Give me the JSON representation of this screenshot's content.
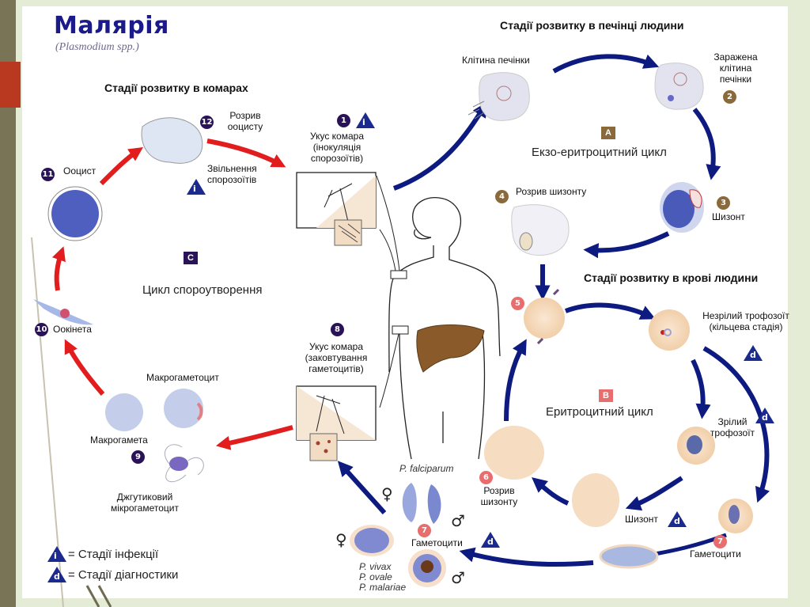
{
  "title": "Малярія",
  "subtitle": "(Plasmodium spp.)",
  "sections": {
    "mosquito": "Стадії розвитку в комарах",
    "liver": "Стадії розвитку в печінці людини",
    "blood": "Стадії розвитку в крові людини"
  },
  "cycles": {
    "A": {
      "letter": "A",
      "label": "Екзо-еритроцитний цикл",
      "color": "#8a6a3a"
    },
    "B": {
      "letter": "B",
      "label": "Еритроцитний цикл",
      "color": "#e86d6d"
    },
    "C": {
      "letter": "C",
      "label": "Цикл спороутворення",
      "color": "#2a1258"
    }
  },
  "stages": [
    {
      "num": "1",
      "label": "Укус комара (інокуляція спорозоїтів)",
      "lines": [
        "Укус комара",
        "(інокуляція",
        "спорозоїтів)"
      ],
      "markers": [
        "i"
      ]
    },
    {
      "num": "2",
      "label": "Заражена клітина печінки",
      "lines": [
        "Заражена",
        "клітина",
        "печінки"
      ]
    },
    {
      "num": "3",
      "label": "Шизонт"
    },
    {
      "num": "4",
      "label": "Розрив шизонту"
    },
    {
      "num": "5",
      "label": ""
    },
    {
      "num": "6",
      "label": "Розрив шизонту",
      "lines": [
        "Розрив",
        "шизонту"
      ]
    },
    {
      "num": "7",
      "label": "Гаметоцити",
      "markers": [
        "d"
      ]
    },
    {
      "num": "8",
      "label": "Укус комара (заковтування гаметоцитів)",
      "lines": [
        "Укус комара",
        "(заковтування",
        "гаметоцитів)"
      ]
    },
    {
      "num": "9",
      "label": "Макрогамета"
    },
    {
      "num": "10",
      "label": "Оокінета"
    },
    {
      "num": "11",
      "label": "Ооцист"
    },
    {
      "num": "12",
      "label": "Розрив ооцисту",
      "lines": [
        "Розрив",
        "ооцисту"
      ]
    }
  ],
  "labels": {
    "liver_cell": "Клітина печінки",
    "sporozoite_release": [
      "Звільнення",
      "спорозоїтів"
    ],
    "macrogametocyte": "Макрогаметоцит",
    "microgametocyte": [
      "Джгутиковий",
      "мікрогаметоцит"
    ],
    "immature_trophozoite": [
      "Незрілий трофозоїт",
      "(кільцева стадія)"
    ],
    "mature_trophozoite": [
      "Зрілий",
      "трофозоїт"
    ],
    "schizont_blood": "Шизонт",
    "gametocytes_right": "Гаметоцити",
    "falciparum": "P. falciparum",
    "other_species": [
      "P. vivax",
      "P. ovale",
      "P. malariae"
    ],
    "female_symbol": "♀",
    "male_symbol": "♂"
  },
  "markers": {
    "infection": {
      "glyph": "i",
      "color": "#1b2a8f"
    },
    "diagnostic": {
      "glyph": "d",
      "color": "#1b2a8f"
    }
  },
  "legend": [
    {
      "marker": "i",
      "text": "= Стадії інфекції"
    },
    {
      "marker": "d",
      "text": "= Стадії діагностики"
    }
  ],
  "colors": {
    "human_arrow": "#0d1a80",
    "mosquito_arrow": "#e11d1d",
    "rbc": "#f6dcc0",
    "liver": "#8a5a2a"
  }
}
